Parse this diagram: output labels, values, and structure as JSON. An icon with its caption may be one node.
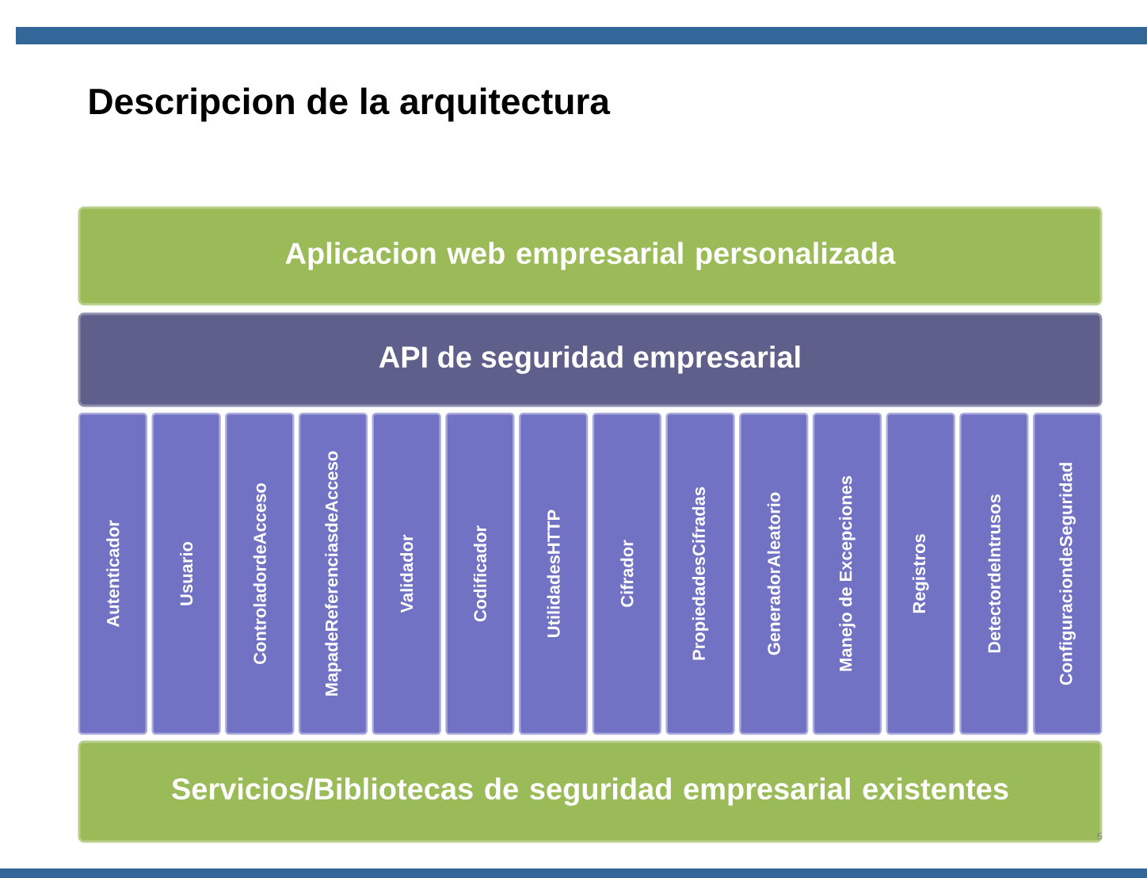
{
  "diagram": {
    "title": "Descripcion de la arquitectura",
    "nodes": [
      {
        "text": [
          "Aplicacion web empresarial personalizada"
        ]
      },
      {
        "text": [
          "API de seguridad empresarial"
        ]
      },
      {
        "text": [
          "Autenticador"
        ]
      },
      {
        "text": [
          "Usuario"
        ]
      },
      {
        "text": [
          "ControladordeAcceso"
        ]
      },
      {
        "text": [
          "MapadeReferenciasdeAcceso"
        ]
      },
      {
        "text": [
          "Validador"
        ]
      },
      {
        "text": [
          "Codificador"
        ]
      },
      {
        "text": [
          "UtilidadesHTTP"
        ]
      },
      {
        "text": [
          "Cifrador"
        ]
      },
      {
        "text": [
          "PropiedadesCifradas"
        ]
      },
      {
        "text": [
          "GeneradorAleatorio"
        ]
      },
      {
        "text": [
          "Manejo de Excepciones"
        ]
      },
      {
        "text": [
          "Registros"
        ]
      },
      {
        "text": [
          "DetectordeIntrusos"
        ]
      },
      {
        "text": [
          "ConfiguraciondeSeguridad"
        ]
      },
      {
        "text": [
          "Servicios/Bibliotecas de seguridad empresarial existentes"
        ]
      }
    ],
    "labels": [
      "5"
    ]
  }
}
